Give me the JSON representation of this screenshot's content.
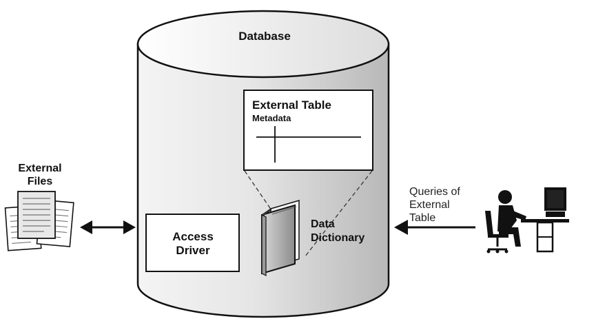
{
  "diagram": {
    "database_label": "Database",
    "external_table_metadata": {
      "title": "External Table",
      "subtitle": "Metadata"
    },
    "external_files_label": [
      "External",
      "Files"
    ],
    "access_driver_label": [
      "Access",
      "Driver"
    ],
    "data_dictionary_label": [
      "Data",
      "Dictionary"
    ],
    "queries_label": [
      "Queries of",
      "External",
      "Table"
    ]
  },
  "colors": {
    "cylinder_light": "#f2f2f2",
    "cylinder_dark": "#bdbdbd",
    "outline": "#111111"
  },
  "icons": [
    "document-stack-icon",
    "book-icon",
    "user-at-computer-icon",
    "double-arrow-icon",
    "left-arrow-icon"
  ]
}
